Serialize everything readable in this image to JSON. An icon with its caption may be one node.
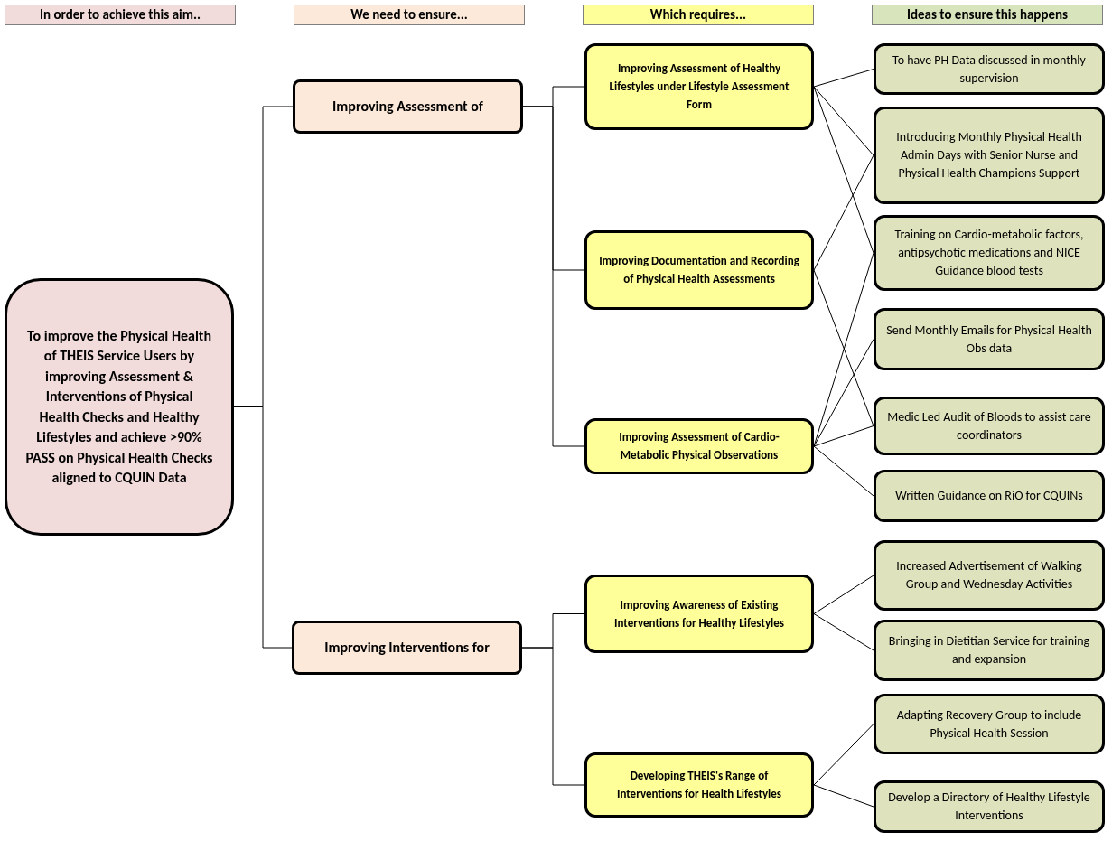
{
  "diagram": {
    "nodes": [
      {
        "text": [
          "In order to achieve this aim.."
        ]
      },
      {
        "text": [
          "We need to ensure..."
        ]
      },
      {
        "text": [
          "Which requires..."
        ]
      },
      {
        "text": [
          "Ideas to ensure this happens"
        ]
      },
      {
        "text": [
          "To improve the Physical Health of THEIS Service Users by improving Assessment & Interventions of Physical Health Checks and Healthy Lifestyles and achieve >90% PASS on Physical Health Checks aligned to CQUIN Data"
        ]
      },
      {
        "text": [
          "Improving Assessment of"
        ]
      },
      {
        "text": [
          "Improving Interventions for"
        ]
      },
      {
        "text": [
          "Improving Assessment of Healthy Lifestyles under Lifestyle Assessment Form"
        ]
      },
      {
        "text": [
          "Improving Documentation and Recording of Physical Health Assessments"
        ]
      },
      {
        "text": [
          "Improving Assessment of Cardio-Metabolic Physical Observations"
        ]
      },
      {
        "text": [
          "Improving Awareness of Existing Interventions for Healthy Lifestyles"
        ]
      },
      {
        "text": [
          "Developing THEIS's Range of Interventions for Health Lifestyles"
        ]
      },
      {
        "text": [
          "To have PH Data discussed in monthly supervision"
        ]
      },
      {
        "text": [
          "Introducing Monthly Physical Health Admin Days with Senior Nurse and Physical Health Champions Support"
        ]
      },
      {
        "text": [
          "Training on Cardio-metabolic factors, antipsychotic medications and NICE Guidance blood tests"
        ]
      },
      {
        "text": [
          "Send Monthly Emails for Physical Health Obs data"
        ]
      },
      {
        "text": [
          "Medic Led Audit of Bloods to assist care coordinators"
        ]
      },
      {
        "text": [
          "Written Guidance on RiO for CQUINs"
        ]
      },
      {
        "text": [
          "Increased Advertisement of Walking Group and Wednesday Activities"
        ]
      },
      {
        "text": [
          "Bringing in Dietitian Service for training and expansion"
        ]
      },
      {
        "text": [
          "Adapting Recovery Group to include Physical Health Session"
        ]
      },
      {
        "text": [
          "Develop a Directory of Healthy Lifestyle Interventions"
        ]
      }
    ],
    "edges": [
      {
        "from": 4,
        "to": 5,
        "arrow": "none"
      },
      {
        "from": 4,
        "to": 6,
        "arrow": "none"
      },
      {
        "from": 5,
        "to": 7,
        "arrow": "none"
      },
      {
        "from": 5,
        "to": 8,
        "arrow": "none"
      },
      {
        "from": 5,
        "to": 9,
        "arrow": "none"
      },
      {
        "from": 6,
        "to": 10,
        "arrow": "none"
      },
      {
        "from": 6,
        "to": 11,
        "arrow": "none"
      },
      {
        "from": 7,
        "to": 12,
        "arrow": "none"
      },
      {
        "from": 7,
        "to": 13,
        "arrow": "none"
      },
      {
        "from": 7,
        "to": 14,
        "arrow": "none"
      },
      {
        "from": 8,
        "to": 13,
        "arrow": "none"
      },
      {
        "from": 8,
        "to": 16,
        "arrow": "none"
      },
      {
        "from": 9,
        "to": 14,
        "arrow": "none"
      },
      {
        "from": 9,
        "to": 15,
        "arrow": "none"
      },
      {
        "from": 9,
        "to": 16,
        "arrow": "none"
      },
      {
        "from": 9,
        "to": 17,
        "arrow": "none"
      },
      {
        "from": 10,
        "to": 18,
        "arrow": "none"
      },
      {
        "from": 10,
        "to": 19,
        "arrow": "none"
      },
      {
        "from": 11,
        "to": 20,
        "arrow": "none"
      },
      {
        "from": 11,
        "to": 21,
        "arrow": "none"
      }
    ]
  }
}
